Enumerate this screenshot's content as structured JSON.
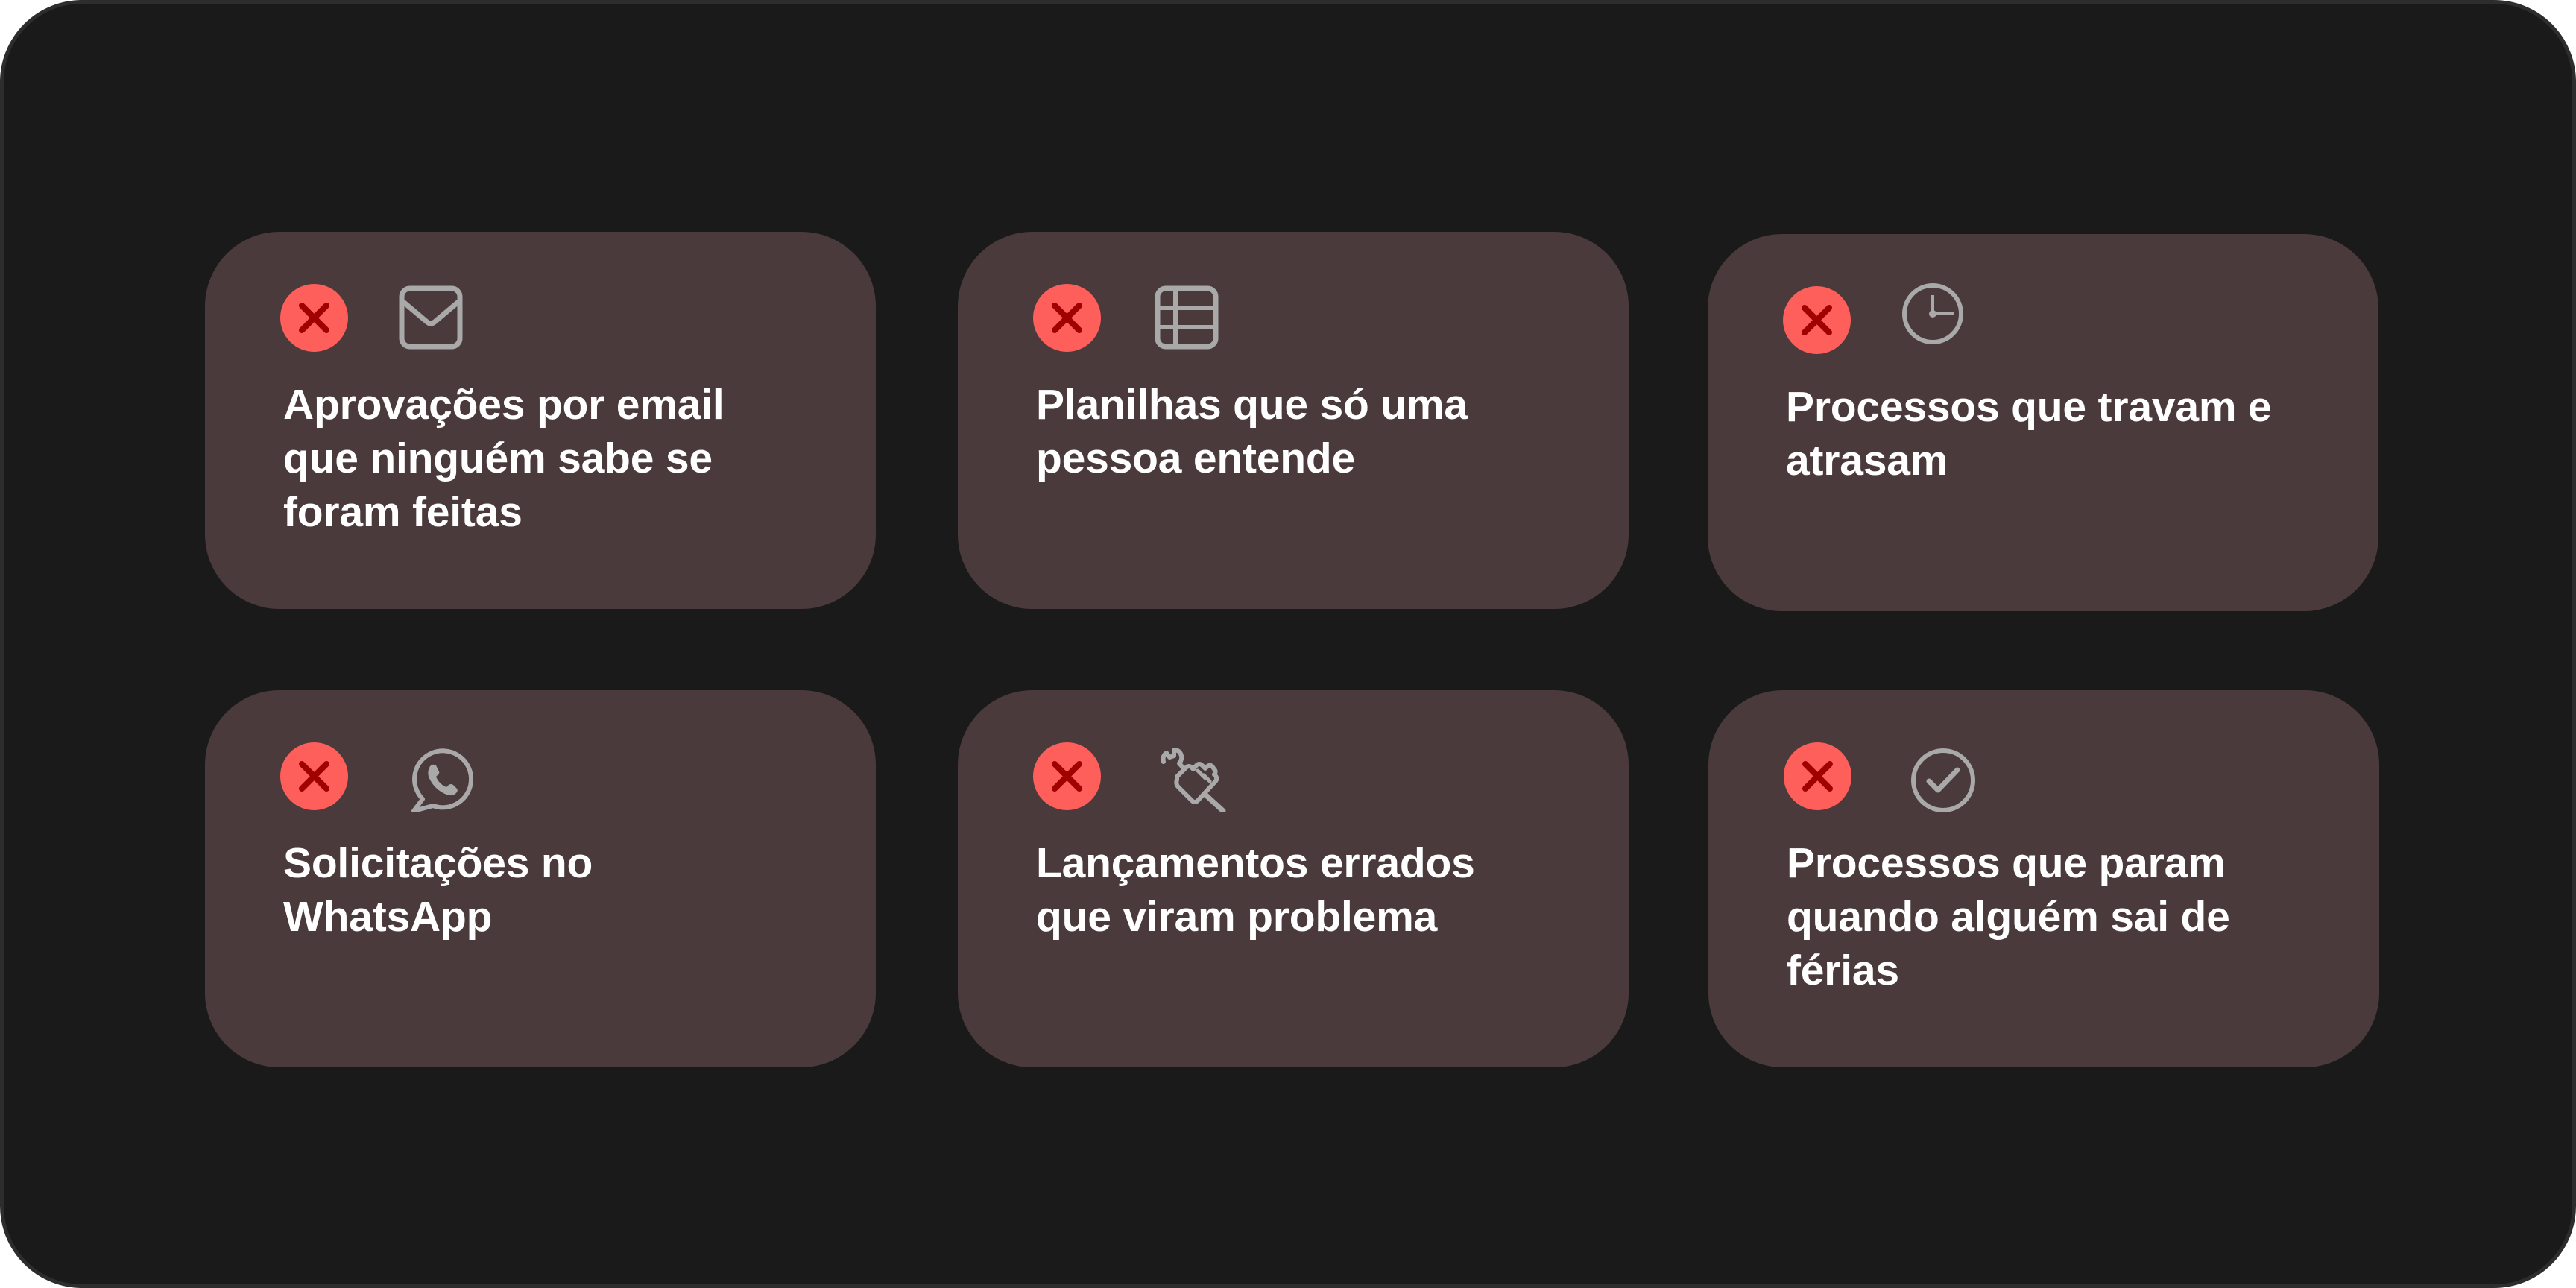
{
  "colors": {
    "frame_bg": "#1a1a1a",
    "frame_border": "#2d2d2d",
    "card_bg": "#4a3a3b",
    "status_circle": "#ff5f5a",
    "status_x": "#a00000",
    "icon_gray": "#a9a9a9",
    "text": "#ffffff"
  },
  "cards": [
    {
      "status_icon": "x-circle-icon",
      "icon": "email-icon",
      "lines": [
        "Aprovações por email",
        "que ninguém sabe se",
        "foram feitas"
      ]
    },
    {
      "status_icon": "x-circle-icon",
      "icon": "spreadsheet-icon",
      "lines": [
        "Planilhas que só uma",
        "pessoa entende"
      ]
    },
    {
      "status_icon": "x-circle-icon",
      "icon": "clock-icon",
      "lines": [
        "Processos que travam e",
        "atrasam"
      ]
    },
    {
      "status_icon": "x-circle-icon",
      "icon": "whatsapp-icon",
      "lines": [
        "Solicitações no",
        "WhatsApp"
      ]
    },
    {
      "status_icon": "x-circle-icon",
      "icon": "hand-wrench-icon",
      "lines": [
        "Lançamentos errados",
        "que viram problema"
      ]
    },
    {
      "status_icon": "x-circle-icon",
      "icon": "check-circle-icon",
      "lines": [
        "Processos que param",
        "quando alguém sai de",
        "férias"
      ]
    }
  ]
}
